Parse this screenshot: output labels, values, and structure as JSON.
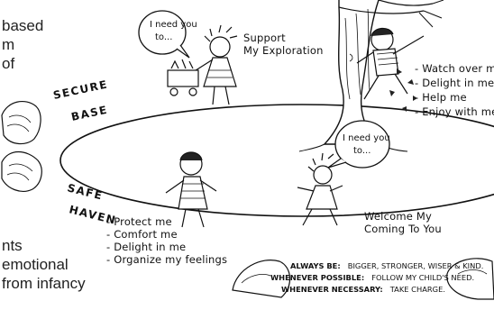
{
  "left_text_top": [
    "based",
    "m",
    "of"
  ],
  "left_text_bottom": [
    "nts",
    "emotional",
    "from infancy"
  ],
  "bubble_top": "I need you to...",
  "bubble_right": "I need you to...",
  "support_label": [
    "Support",
    "My Exploration"
  ],
  "welcome_label": [
    "Welcome My",
    "Coming To You"
  ],
  "watch_list": [
    "- Watch over me",
    "- Delight in me",
    "- Help me",
    "- Enjoy with me"
  ],
  "protect_list": [
    "- Protect me",
    "- Comfort me",
    "- Delight in me",
    "- Organize my feelings"
  ],
  "secure_base": [
    "SECURE",
    "BASE"
  ],
  "safe_haven": [
    "SAFE",
    "HAVEN"
  ],
  "footer": {
    "always_key": "ALWAYS BE:",
    "always_val": "BIGGER, STRONGER, WISER & KIND.",
    "possible_key": "WHENEVER POSSIBLE:",
    "possible_val": "FOLLOW MY CHILD'S NEED.",
    "necessary_key": "WHENEVER NECESSARY:",
    "necessary_val": "TAKE CHARGE."
  }
}
